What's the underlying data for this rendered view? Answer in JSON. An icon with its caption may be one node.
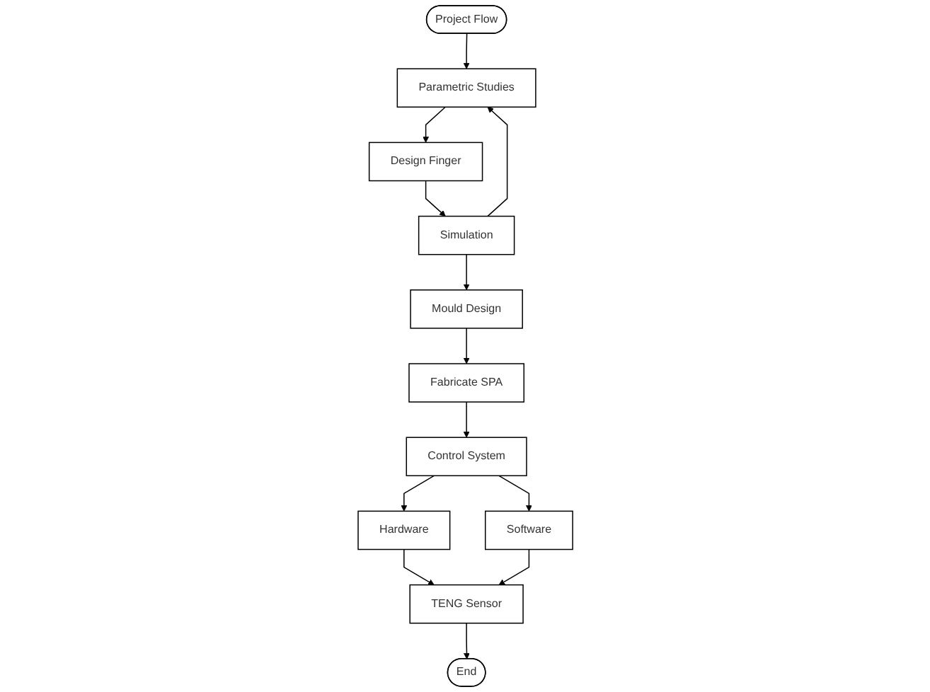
{
  "diagram": {
    "nodes": [
      {
        "text": [
          "Project Flow"
        ]
      },
      {
        "text": [
          "Parametric Studies"
        ]
      },
      {
        "text": [
          "Design Finger"
        ]
      },
      {
        "text": [
          "Simulation"
        ]
      },
      {
        "text": [
          "Mould Design"
        ]
      },
      {
        "text": [
          "Fabricate SPA"
        ]
      },
      {
        "text": [
          "Control System"
        ]
      },
      {
        "text": [
          "Hardware"
        ]
      },
      {
        "text": [
          "Software"
        ]
      },
      {
        "text": [
          "TENG Sensor"
        ]
      },
      {
        "text": [
          "End"
        ]
      }
    ],
    "edges": [
      {
        "from": 0,
        "to": 1,
        "arrow": "to"
      },
      {
        "from": 1,
        "to": 2,
        "arrow": "to"
      },
      {
        "from": 2,
        "to": 3,
        "arrow": "to"
      },
      {
        "from": 3,
        "to": 1,
        "arrow": "to"
      },
      {
        "from": 3,
        "to": 4,
        "arrow": "to"
      },
      {
        "from": 4,
        "to": 5,
        "arrow": "to"
      },
      {
        "from": 5,
        "to": 6,
        "arrow": "to"
      },
      {
        "from": 6,
        "to": 7,
        "arrow": "to"
      },
      {
        "from": 6,
        "to": 8,
        "arrow": "to"
      },
      {
        "from": 7,
        "to": 9,
        "arrow": "to"
      },
      {
        "from": 8,
        "to": 9,
        "arrow": "to"
      },
      {
        "from": 9,
        "to": 10,
        "arrow": "to"
      }
    ]
  }
}
